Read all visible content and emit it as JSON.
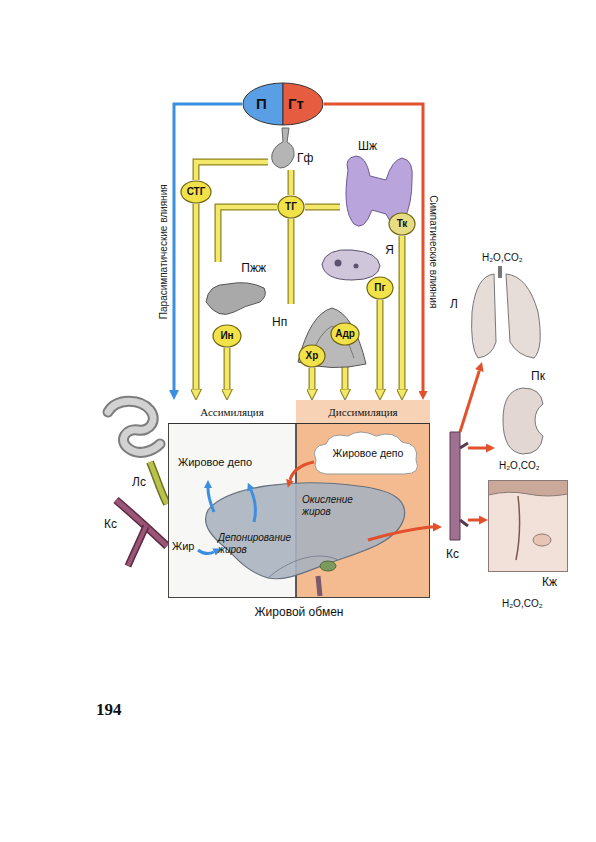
{
  "diagram": {
    "nodes": [
      {
        "text": [
          "П",
          "Гт"
        ]
      },
      {
        "text": [
          "Гф"
        ]
      },
      {
        "text": [
          "СТГ"
        ]
      },
      {
        "text": [
          "Шж"
        ]
      },
      {
        "text": [
          "Тк"
        ],
        "in": 3
      },
      {
        "text": [
          "ТГ"
        ]
      },
      {
        "text": [
          "Я"
        ]
      },
      {
        "text": [
          "Пг"
        ],
        "in": 6
      },
      {
        "text": [
          "Пжж"
        ]
      },
      {
        "text": [
          "Ин"
        ],
        "in": 8
      },
      {
        "text": [
          "Нп"
        ]
      },
      {
        "text": [
          "Хр"
        ],
        "in": 10
      },
      {
        "text": [
          "Адр"
        ],
        "in": 10
      },
      {
        "text": [
          "Жировой обмен"
        ]
      },
      {
        "text": [
          "Ассимиляция",
          "Жировое депо",
          "Жир",
          "Депонирование жиров"
        ],
        "in": 13
      },
      {
        "text": [
          "Диссимиляция",
          "Жировое депо",
          "Окисление жиров"
        ],
        "in": 13
      },
      {
        "text": [
          "Кс"
        ]
      },
      {
        "text": [
          "H₂O,CO₂",
          "Л"
        ]
      },
      {
        "text": [
          "Пк",
          "H₂O,CO₂"
        ]
      },
      {
        "text": [
          "Кж",
          "H₂O,CO₂"
        ]
      }
    ],
    "edges": [
      {
        "from": 0,
        "to": 14,
        "arrow": "to",
        "label": "Парасимпатические влияния"
      },
      {
        "from": 0,
        "to": 15,
        "arrow": "to",
        "label": "Симпатические влияния"
      },
      {
        "from": 1,
        "to": 2,
        "arrow": "none"
      },
      {
        "from": 1,
        "to": 5,
        "arrow": "none"
      },
      {
        "from": 2,
        "to": 14,
        "arrow": "to"
      },
      {
        "from": 5,
        "to": 8,
        "arrow": "none"
      },
      {
        "from": 5,
        "to": 10,
        "arrow": "none"
      },
      {
        "from": 5,
        "to": 3,
        "arrow": "none"
      },
      {
        "from": 9,
        "to": 14,
        "arrow": "to"
      },
      {
        "from": 11,
        "to": 15,
        "arrow": "to"
      },
      {
        "from": 12,
        "to": 15,
        "arrow": "to"
      },
      {
        "from": 7,
        "to": 15,
        "arrow": "to"
      },
      {
        "from": 4,
        "to": 15,
        "arrow": "to"
      },
      {
        "from": 15,
        "to": 16,
        "arrow": "to"
      },
      {
        "from": 16,
        "to": 17,
        "arrow": "to"
      },
      {
        "from": 16,
        "to": 18,
        "arrow": "to"
      },
      {
        "from": 16,
        "to": 19,
        "arrow": "to"
      }
    ],
    "labels": [
      "Лс",
      "Кс",
      "194"
    ]
  }
}
